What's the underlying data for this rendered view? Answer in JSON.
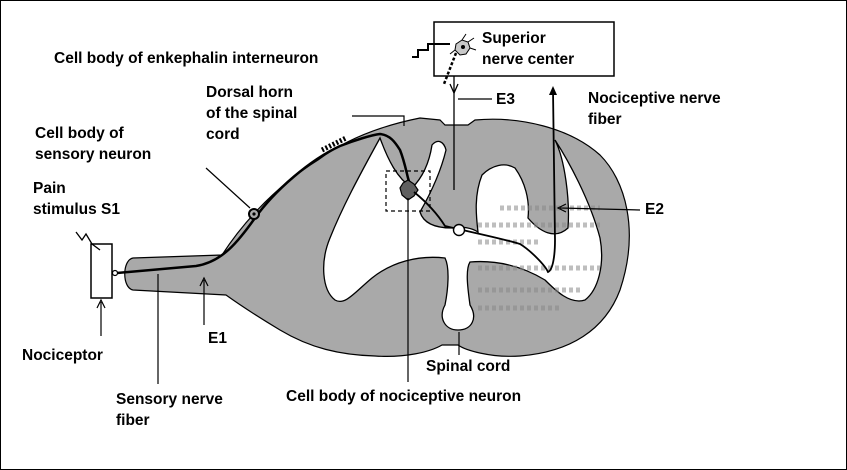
{
  "colors": {
    "cord_fill": "#a9a9a9",
    "line": "#000000",
    "background": "#ffffff",
    "faint_text": "#8a8a8a"
  },
  "labels": {
    "enkephalin": "Cell body of enkephalin interneuron",
    "superior": "Superior\nnerve center",
    "dorsal_horn": "Dorsal horn\nof the spinal\ncord",
    "e3": "E3",
    "nociceptive_fiber": "Nociceptive nerve\nfiber",
    "sensory_cell_body": "Cell body of\nsensory neuron",
    "pain_stimulus": "Pain\nstimulus S1",
    "e2": "E2",
    "e1": "E1",
    "nociceptor": "Nociceptor",
    "spinal_cord": "Spinal cord",
    "sensory_fiber": "Sensory nerve\nfiber",
    "nociceptive_cell_body": "Cell body of nociceptive neuron"
  },
  "icons": {
    "interneuron": "neuron-cell-icon"
  }
}
